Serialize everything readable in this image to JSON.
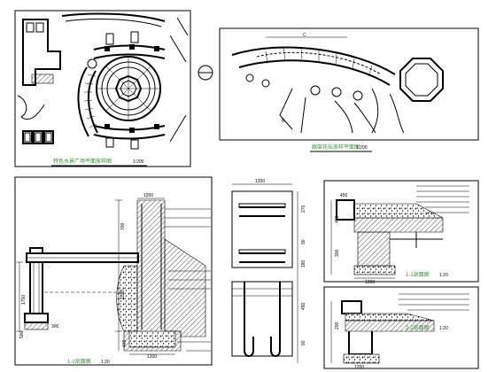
{
  "titles": {
    "plan_main": "特色水景广场平面放样图",
    "plan_main_scale": "1:200",
    "plan_detail": "廊架花坛放样平面图",
    "plan_detail_scale": "1:200",
    "section_wall": "1-1剖面图",
    "section_wall_scale": "1:20",
    "section_top_right": "1-1剖面图",
    "section_top_right_scale": "1:20",
    "section_bottom_right": "2-2剖面图",
    "section_bottom_right_scale": "1:20"
  },
  "dimensions": {
    "wall_top": "1200",
    "wall_height_1": "700",
    "wall_height_2": "1150",
    "wall_height_3": "1750",
    "wall_base": "1200",
    "wall_base_height": "400",
    "post_dim_1": "500",
    "post_dim_2": "300",
    "frame_width": "1200",
    "frame_h1": "270",
    "frame_h2": "90",
    "frame_h3": "180",
    "frame_h4": "450",
    "frame_h5": "90",
    "right_w1": "1200",
    "right_w2": "450",
    "right_h1": "450",
    "right_h2": "300",
    "right_h3": "200",
    "right_b1": "1200"
  },
  "labels": {
    "marker_c": "C",
    "marker_b": "B"
  },
  "colors": {
    "ink": "#000000",
    "accent": "#2f8f2f"
  }
}
